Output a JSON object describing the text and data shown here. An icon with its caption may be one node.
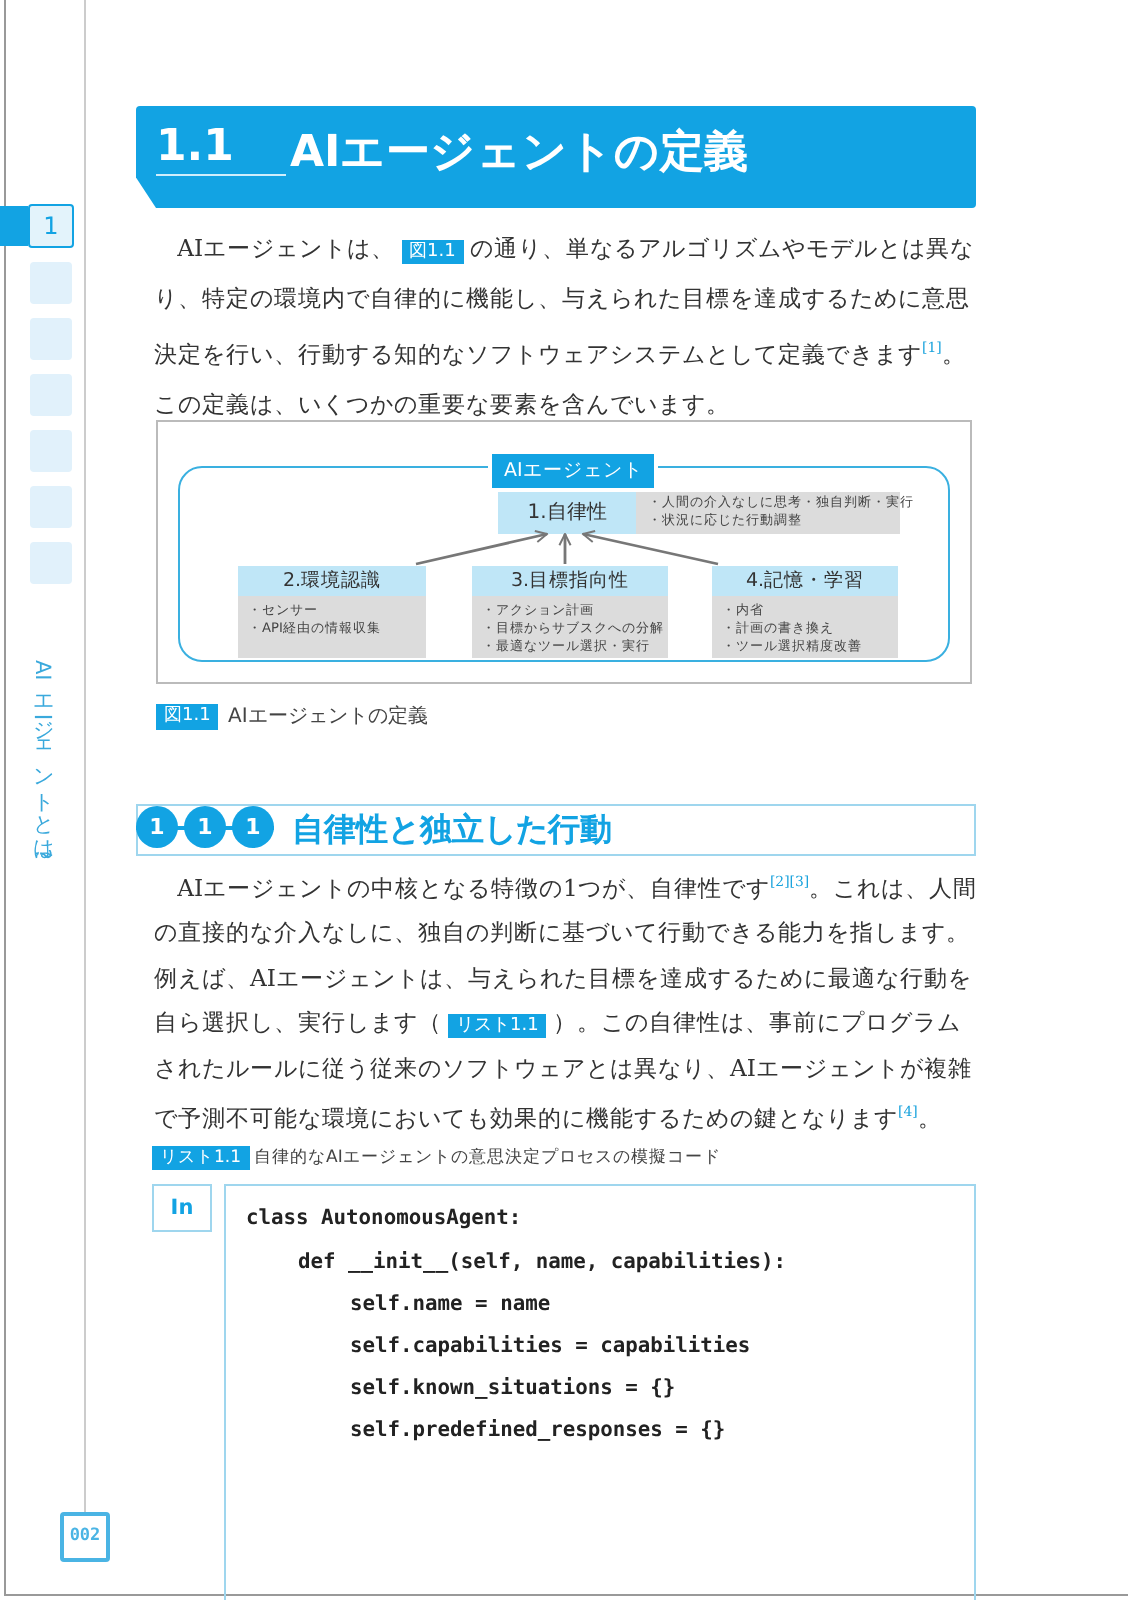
{
  "diagram": {
    "caption": "AIエージェントの定義",
    "nodes": [
      {
        "text": [
          "AIエージェント"
        ]
      },
      {
        "text": [
          "1.自律性"
        ],
        "in": 0
      },
      {
        "text": [
          "・人間の介入なしに思考・独自判断・実行",
          "・状況に応じた行動調整"
        ],
        "in": 0
      },
      {
        "text": [
          "2.環境認識",
          "・センサー",
          "・API経由の情報収集"
        ],
        "in": 0
      },
      {
        "text": [
          "3.目標指向性",
          "・アクション計画",
          "・目標からサブスクへの分解",
          "・最適なツール選択・実行"
        ],
        "in": 0
      },
      {
        "text": [
          "4.記憶・学習",
          "・内省",
          "・計画の書き換え",
          "・ツール選択精度改善"
        ],
        "in": 0
      }
    ],
    "edges": [
      {
        "from": 3,
        "to": 1,
        "arrow": "to"
      },
      {
        "from": 4,
        "to": 1,
        "arrow": "to"
      },
      {
        "from": 5,
        "to": 1,
        "arrow": "to"
      }
    ],
    "labels": [
      "1.1",
      "AIエージェントの定義",
      "AIエージェントは、",
      "図1.1",
      "の通り、単なるアルゴリズムやモデルとは異なり、特定の環境内で自律的に機能し、与えられた目標を達成するために意思決定を行い、行動する知的なソフトウェアシステムとして定義できます$^{[1]}$。この定義は、いくつかの重要な要素を含んでいます。",
      "図1.1",
      "1",
      "1",
      "1",
      "自律性と独立した行動",
      "AIエージェントの中核となる特徴の1つが、自律性です$^{[2][3]}$。これは、人間の直接的な介入なしに、独自の判断に基づいて行動できる能力を指します。例えば、AIエージェントは、与えられた目標を達成するために最適な行動を自ら選択し、実行します（",
      "リスト1.1",
      "）。この自律性は、事前にプログラムされたルールに従う従来のソフトウェアとは異なり、AIエージェントが複雑で予測不可能な環境においても効果的に機能するための鍵となります$^{[4]}$。",
      "リスト1.1",
      "自律的なAIエージェントの意思決定プロセスの模擬コード",
      "In",
      "class AutonomousAgent:",
      "def __init__(self, name, capabilities):",
      "self.name = name",
      "self.capabilities = capabilities",
      "self.known_situations = {}",
      "self.predefined_responses = {}",
      "1",
      "AIエージェントとは?",
      "002"
    ]
  }
}
